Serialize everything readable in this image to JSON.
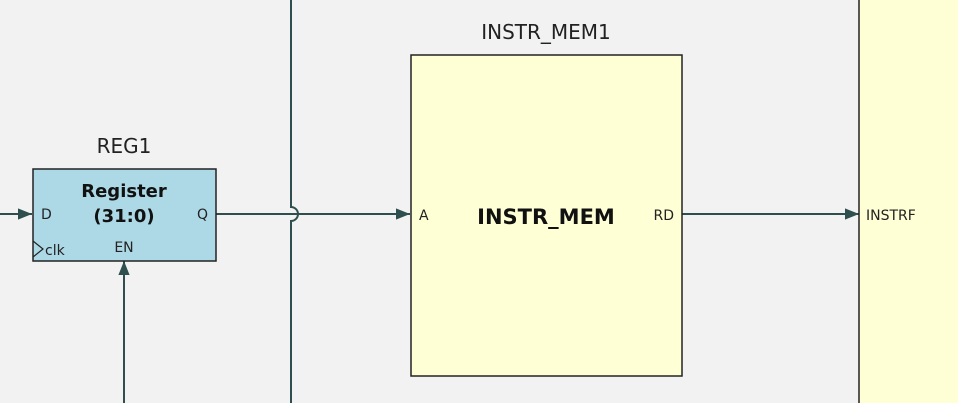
{
  "colors": {
    "background": "#f2f2f2",
    "wire": "#2f4f4f",
    "register_fill": "#add8e6",
    "memory_fill": "#ffffd6",
    "stroke": "#222222"
  },
  "register": {
    "instance_name": "REG1",
    "title_line1": "Register",
    "title_line2": "(31:0)",
    "port_d": "D",
    "port_q": "Q",
    "port_clk": "clk",
    "port_en": "EN"
  },
  "memory": {
    "instance_name": "INSTR_MEM1",
    "title": "INSTR_MEM",
    "port_a": "A",
    "port_rd": "RD"
  },
  "right_block": {
    "port_instrf": "INSTRF"
  }
}
